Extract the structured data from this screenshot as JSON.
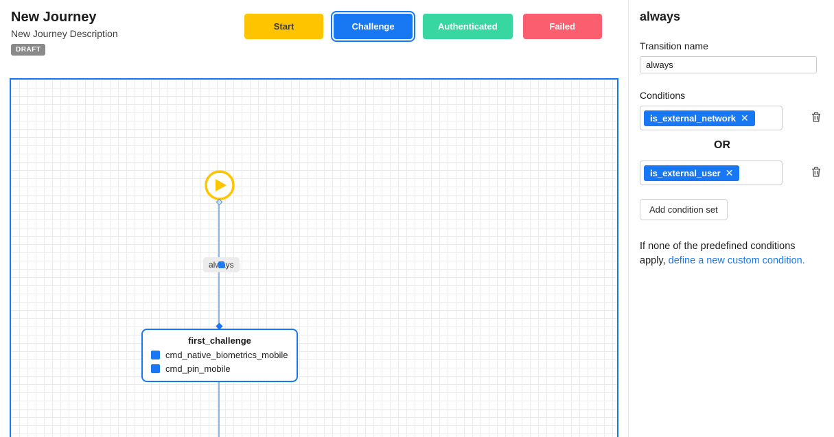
{
  "header": {
    "title": "New Journey",
    "description": "New Journey Description",
    "badge": "DRAFT"
  },
  "toolbar": {
    "buttons": [
      {
        "label": "Start",
        "color": "#FFC400",
        "selected": false
      },
      {
        "label": "Challenge",
        "color": "#1877F2",
        "selected": true
      },
      {
        "label": "Authenticated",
        "color": "#38D6A1",
        "selected": false
      },
      {
        "label": "Failed",
        "color": "#FB5E6E",
        "selected": false
      }
    ]
  },
  "canvas": {
    "edge_label": "always",
    "node": {
      "title": "first_challenge",
      "items": [
        {
          "label": "cmd_native_biometrics_mobile"
        },
        {
          "label": "cmd_pin_mobile"
        }
      ]
    }
  },
  "panel": {
    "title": "always",
    "transition_name_label": "Transition name",
    "transition_name_value": "always",
    "conditions_label": "Conditions",
    "condition_sets": [
      {
        "chips": [
          {
            "label": "is_external_network"
          }
        ]
      },
      {
        "chips": [
          {
            "label": "is_external_user"
          }
        ]
      }
    ],
    "or_label": "OR",
    "add_condition_set_label": "Add condition set",
    "help_prefix": "If none of the predefined conditions apply, ",
    "help_link": "define a new custom condition."
  },
  "colors": {
    "accent_blue": "#1877F2",
    "start_yellow": "#FFC400",
    "authenticated_teal": "#38D6A1",
    "failed_red": "#FB5E6E"
  }
}
